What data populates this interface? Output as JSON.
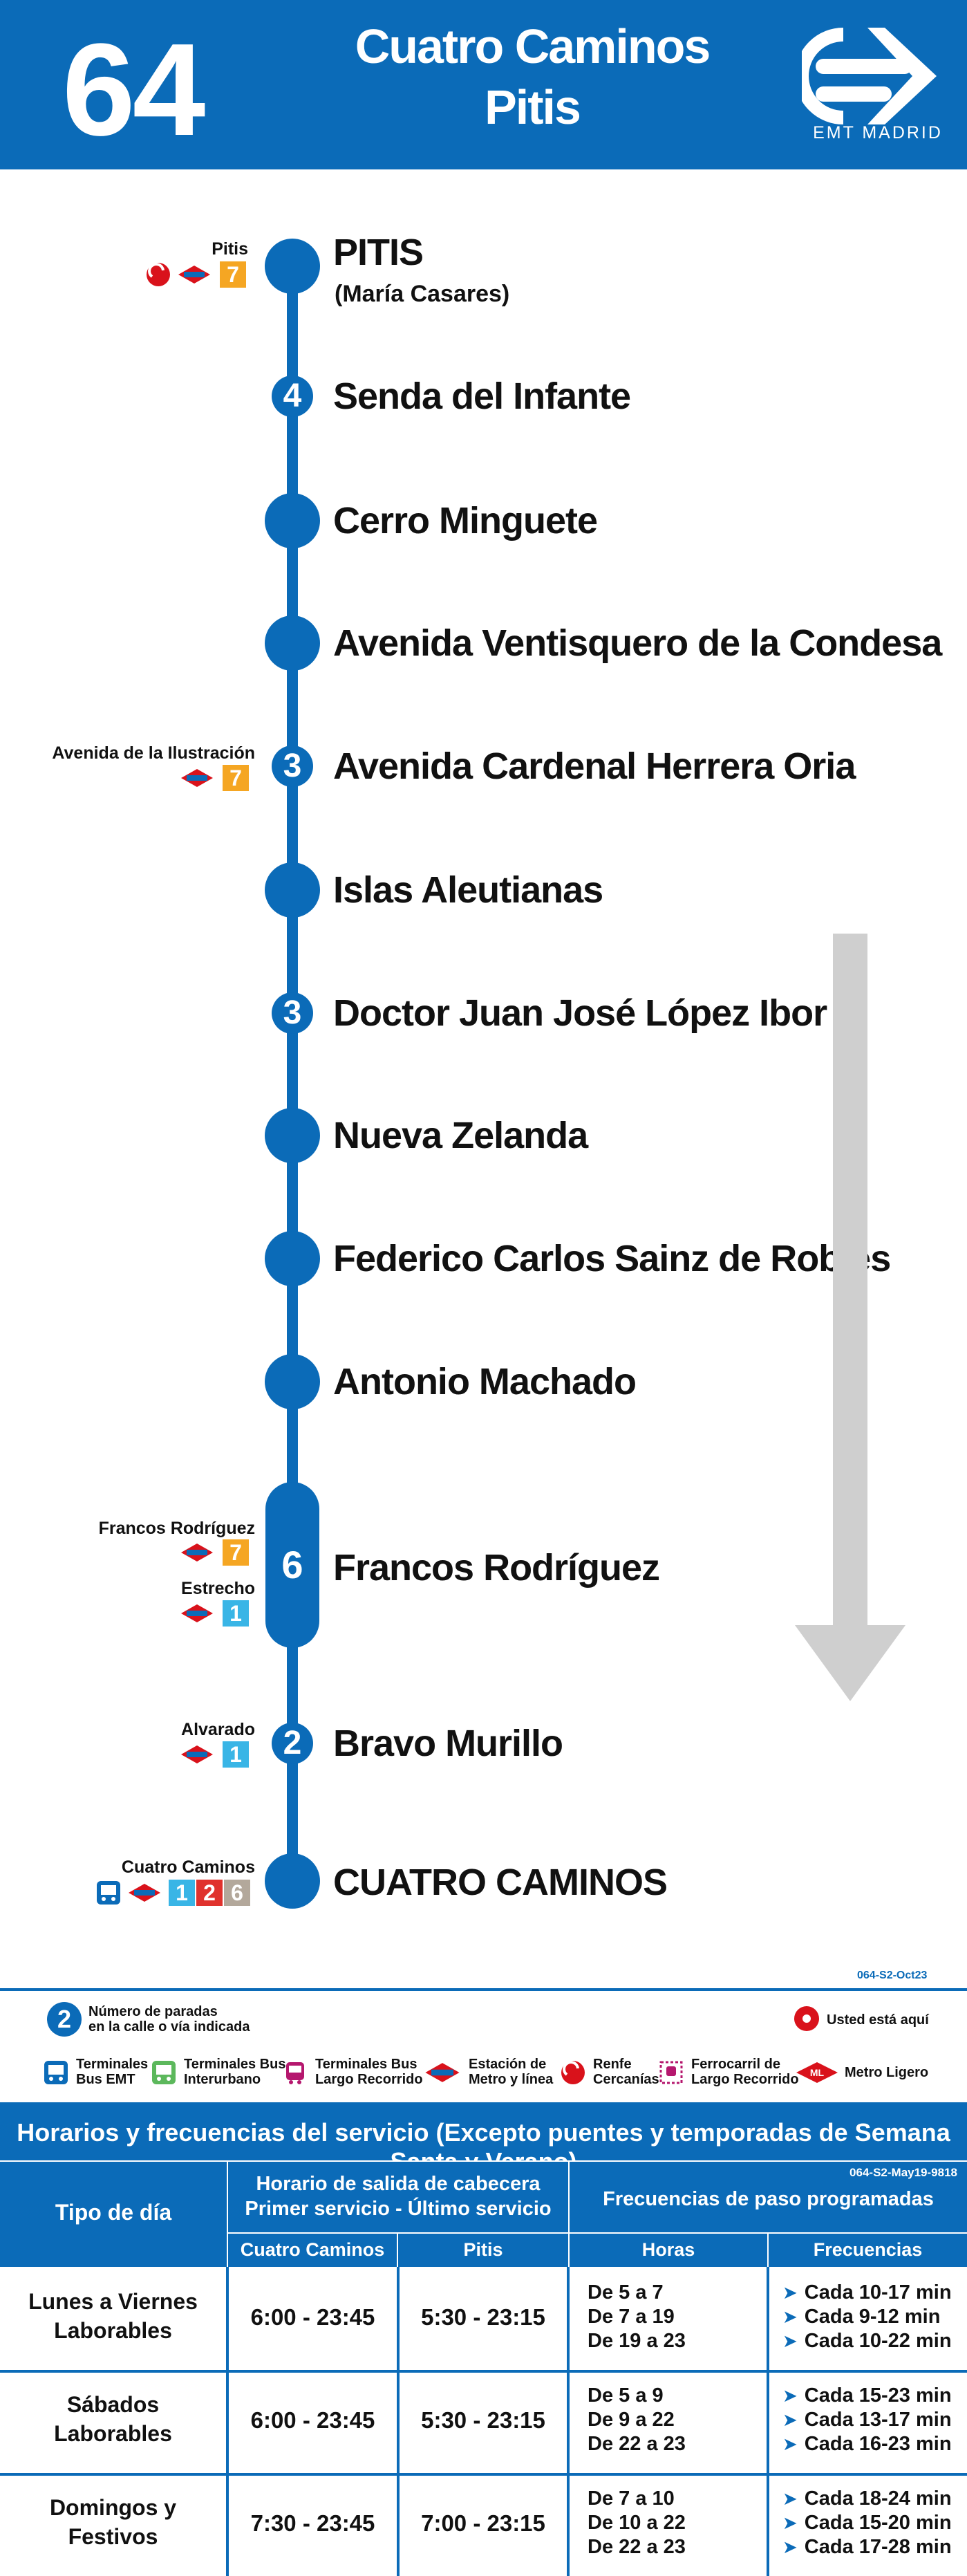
{
  "header": {
    "line_number": "64",
    "destination_1": "Cuatro Caminos",
    "destination_2": "Pitis",
    "operator": "EMT MADRID"
  },
  "stops": [
    {
      "name": "PITIS",
      "subtitle": "(María Casares)",
      "stop_count": "",
      "connections": [
        "Pitis"
      ]
    },
    {
      "name": "Senda del Infante",
      "stop_count": "4"
    },
    {
      "name": "Cerro Minguete",
      "stop_count": ""
    },
    {
      "name": "Avenida Ventisquero de la Condesa",
      "stop_count": ""
    },
    {
      "name": "Avenida Cardenal Herrera Oria",
      "stop_count": "3",
      "connections": [
        "Avenida de la Ilustración"
      ]
    },
    {
      "name": "Islas Aleutianas",
      "stop_count": ""
    },
    {
      "name": "Doctor Juan José López Ibor",
      "stop_count": "3"
    },
    {
      "name": "Nueva Zelanda",
      "stop_count": ""
    },
    {
      "name": "Federico Carlos Sainz de Robles",
      "stop_count": ""
    },
    {
      "name": "Antonio Machado",
      "stop_count": ""
    },
    {
      "name": "Francos Rodríguez",
      "stop_count": "6",
      "connections": [
        "Francos Rodríguez",
        "Estrecho"
      ]
    },
    {
      "name": "Bravo Murillo",
      "stop_count": "2",
      "connections": [
        "Alvarado"
      ]
    },
    {
      "name": "CUATRO CAMINOS",
      "stop_count": "",
      "connections": [
        "Cuatro Caminos"
      ]
    }
  ],
  "metro_badges": {
    "pitis": "7",
    "ilustracion": "7",
    "francos": "7",
    "estrecho": "1",
    "alvarado": "1",
    "cuatro_1": "1",
    "cuatro_2": "2",
    "cuatro_3": "6"
  },
  "colors": {
    "brand_blue": "#0b6bb8",
    "line7": "#f5a623",
    "line1": "#39b5e6",
    "line2": "#e0322d",
    "line6": "#b3a89b"
  },
  "legend": {
    "code": "064-S2-Oct23",
    "stop_count_badge": "2",
    "stop_count_label_1": "Número de paradas",
    "stop_count_label_2": "en la calle o vía indicada",
    "you_are_here": "Usted está aquí",
    "items": [
      {
        "icon": "bus-terminal-icon",
        "label_1": "Terminales",
        "label_2": "Bus EMT"
      },
      {
        "icon": "interurban-bus-icon",
        "label_1": "Terminales Bus",
        "label_2": "Interurbano"
      },
      {
        "icon": "long-distance-bus-icon",
        "label_1": "Terminales Bus",
        "label_2": "Largo Recorrido"
      },
      {
        "icon": "metro-icon",
        "label_1": "Estación de",
        "label_2": "Metro y línea"
      },
      {
        "icon": "renfe-icon",
        "label_1": "Renfe",
        "label_2": "Cercanías"
      },
      {
        "icon": "train-icon",
        "label_1": "Ferrocarril de",
        "label_2": "Largo Recorrido"
      },
      {
        "icon": "light-rail-icon",
        "label_1": "Metro Ligero",
        "label_2": ""
      }
    ]
  },
  "schedule": {
    "title": "Horarios y frecuencias del servicio (Excepto puentes y temporadas de Semana Santa y Verano)",
    "code": "064-S2-May19-9818",
    "col_day_type": "Tipo de día",
    "col_departure_1": "Horario de salida de cabecera",
    "col_departure_2": "Primer servicio - Último servicio",
    "col_frequencies": "Frecuencias de paso programadas",
    "col_cuatro": "Cuatro Caminos",
    "col_pitis": "Pitis",
    "col_hours": "Horas",
    "col_freq": "Frecuencias",
    "rows": [
      {
        "day_1": "Lunes a Viernes",
        "day_2": "Laborables",
        "cuatro": "6:00 - 23:45",
        "pitis": "5:30 - 23:15",
        "hours": [
          "De 5 a 7",
          "De 7 a 19",
          "De 19 a 23"
        ],
        "freqs": [
          "Cada 10-17 min",
          "Cada 9-12 min",
          "Cada 10-22 min"
        ]
      },
      {
        "day_1": "Sábados",
        "day_2": "Laborables",
        "cuatro": "6:00 - 23:45",
        "pitis": "5:30 - 23:15",
        "hours": [
          "De 5 a 9",
          "De 9 a 22",
          "De 22 a 23"
        ],
        "freqs": [
          "Cada 15-23 min",
          "Cada 13-17  min",
          "Cada 16-23 min"
        ]
      },
      {
        "day_1": "Domingos y",
        "day_2": "Festivos",
        "cuatro": "7:30 - 23:45",
        "pitis": "7:00 - 23:15",
        "hours": [
          "De 7 a 10",
          "De 10 a 22",
          "De 22 a 23"
        ],
        "freqs": [
          "Cada 18-24 min",
          "Cada 15-20 min",
          "Cada 17-28 min"
        ]
      }
    ]
  }
}
